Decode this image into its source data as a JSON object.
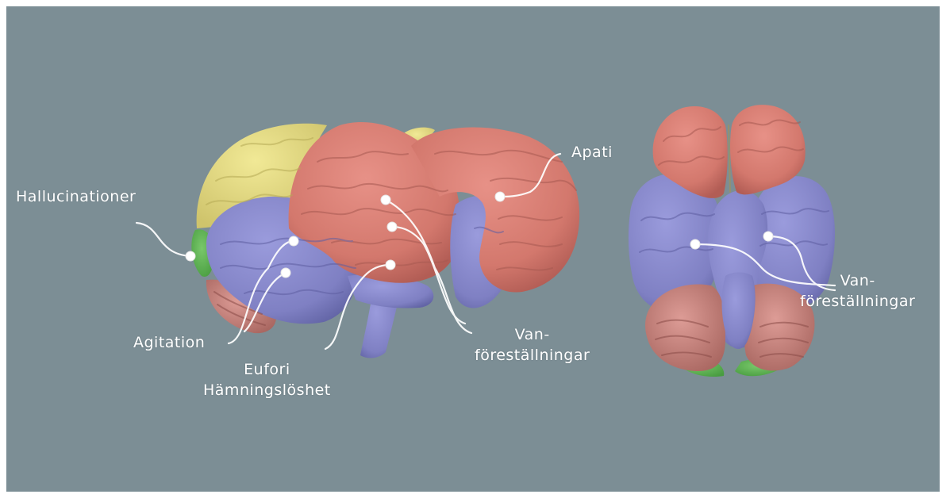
{
  "labels": {
    "hallucinationer": "Hallucinationer",
    "agitation": "Agitation",
    "eufori": "Eufori",
    "hamningsloshet": "Hämningslöshet",
    "van_1": "Van-",
    "forestallningar_1": "föreställningar",
    "apati": "Apati",
    "van_2": "Van-",
    "forestallningar_2": "föreställningar"
  },
  "colors": {
    "background": "#7c8e95",
    "frontal_lobe": "#d67b70",
    "parietal_lobe": "#e4da7f",
    "temporal_lobe": "#8586c8",
    "occipital_lobe": "#5fb455",
    "cerebellum": "#c9837d",
    "brainstem": "#8a8fd0",
    "leader_line": "#ffffff"
  }
}
